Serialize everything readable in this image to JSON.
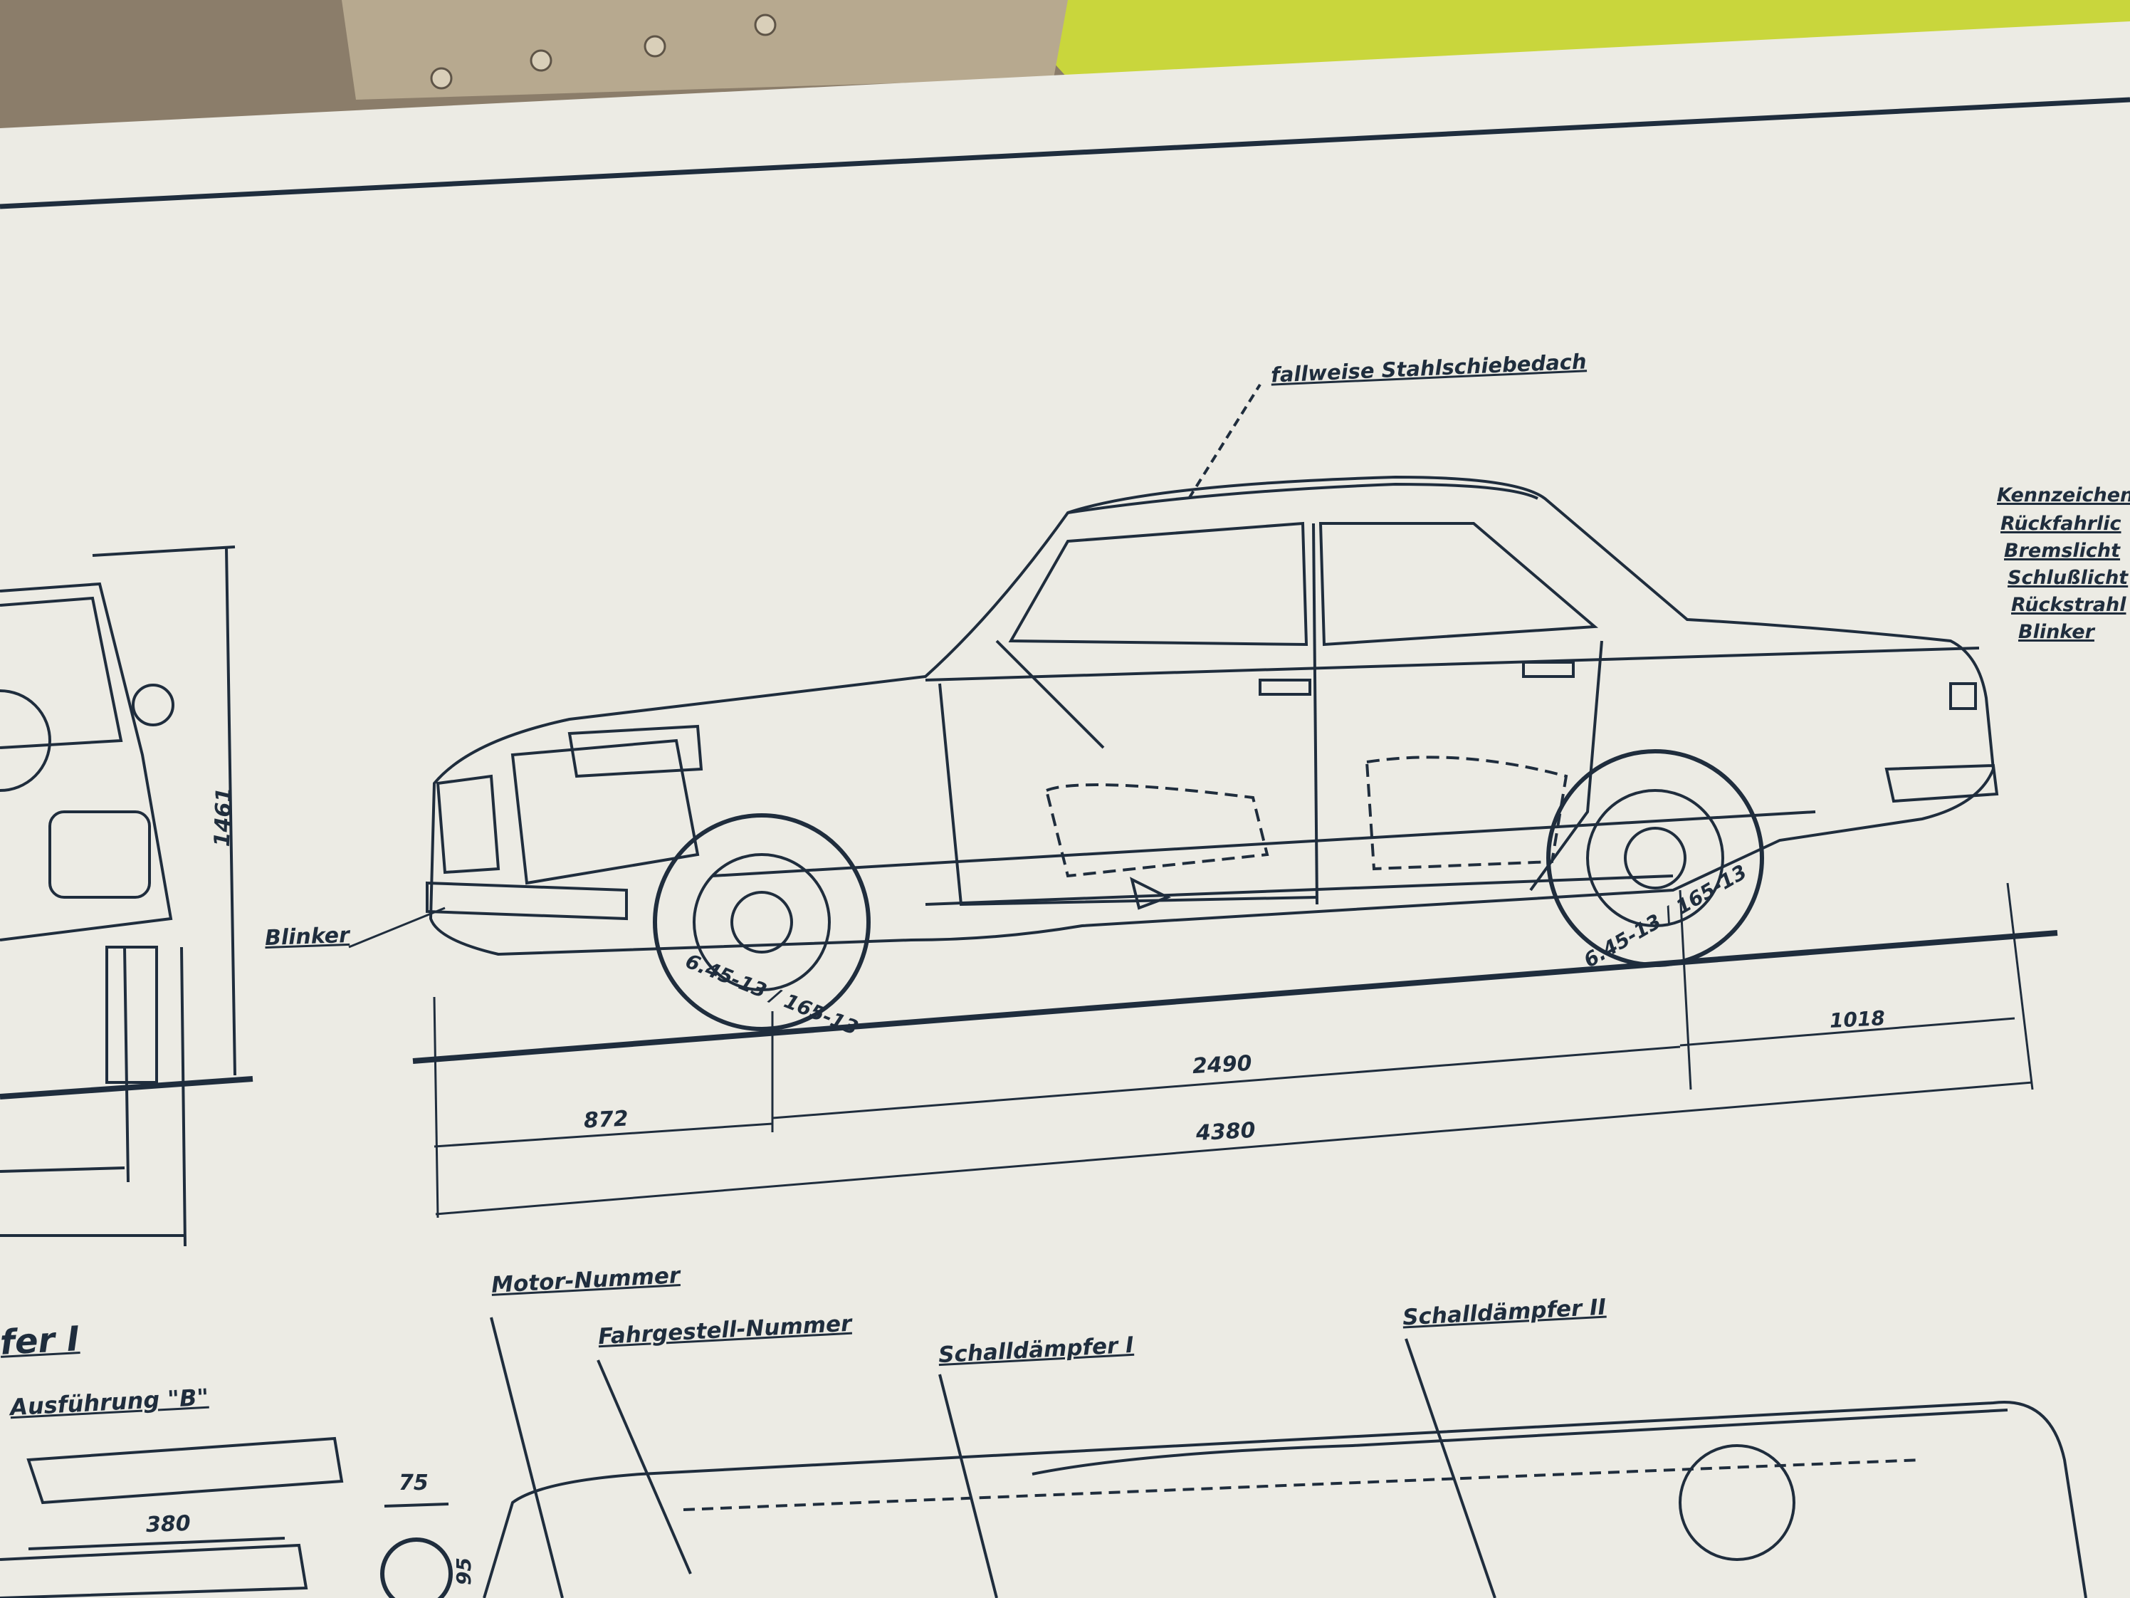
{
  "colors": {
    "paper": "#ecebe4",
    "ink": "#1f2d3d",
    "fabric_left": "#8b7d6a",
    "fabric_right": "#c9d63c"
  },
  "labels": {
    "sunroof": "fallweise Stahlschiebedach",
    "blinker_front": "Blinker",
    "motor_nummer": "Motor-Nummer",
    "fahrgestell_nummer": "Fahrgestell-Nummer",
    "schalldaempfer_1": "Schalldämpfer I",
    "schalldaempfer_2": "Schalldämpfer II",
    "ausfuehrung": "Ausführung \"B\"",
    "fer_i": "fer I",
    "tire_front": "6.45-13 / 165-13",
    "tire_rear": "6.45-13 / 165-13"
  },
  "rear_legend": [
    "Kennzeichen",
    "Rückfahrlic",
    "Bremslicht",
    "Schlußlicht",
    "Rückstrahl",
    "Blinker"
  ],
  "dimensions": {
    "height": "1461",
    "front_overhang": "872",
    "wheelbase": "2490",
    "rear_overhang": "1018",
    "overall_length": "4380",
    "part_width": "380",
    "part_dia": "75",
    "part_h": "95"
  }
}
